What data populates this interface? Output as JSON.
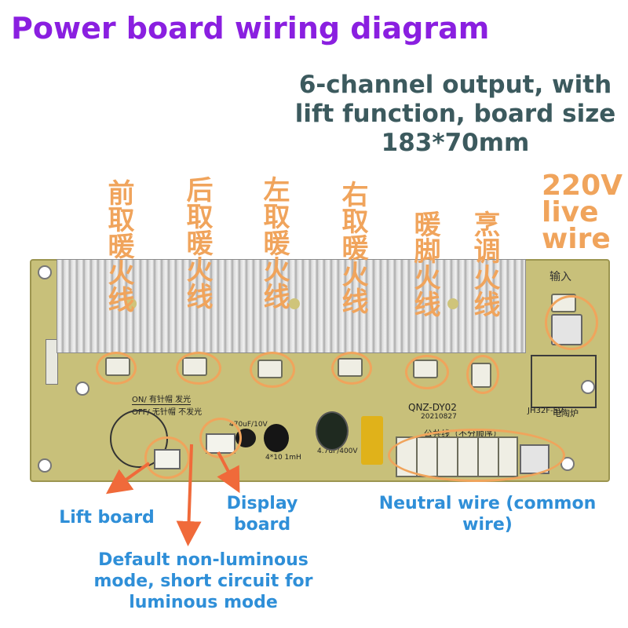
{
  "title": "Power board wiring diagram",
  "subtitle": "6-channel output, with lift function, board size 183*70mm",
  "channels": [
    {
      "label": "前取暖火线"
    },
    {
      "label": "后取暖火线"
    },
    {
      "label": "左取暖火线"
    },
    {
      "label": "右取暖火线"
    },
    {
      "label": "暖脚火线"
    },
    {
      "label": "烹调火线"
    }
  ],
  "live_wire_label": "220V live wire",
  "live_input_tag": "输入",
  "board_markings": {
    "model": "QNZ-DY02",
    "date": "20210827",
    "relay": "JH32F-5V",
    "on_text": "ON/ 有针帽  发光",
    "off_text": "OFF/ 无针帽  不发光",
    "cap1": "470uF/10V",
    "cap2": "4.7uF/400V",
    "inductor": "4*10 1mH",
    "common": "公共线（不分顺序）",
    "stove": "电陶炉"
  },
  "callouts": {
    "lift_board": "Lift board",
    "display_board": "Display board",
    "default_mode": "Default non-luminous mode, short circuit for luminous mode",
    "neutral_wire": "Neutral wire (common wire)"
  },
  "colors": {
    "title": "#8a1fe0",
    "subtitle": "#3c5a5e",
    "chinese_labels": "#f0a45c",
    "callout_text": "#2f8fd8",
    "board": "#c8c07a"
  }
}
